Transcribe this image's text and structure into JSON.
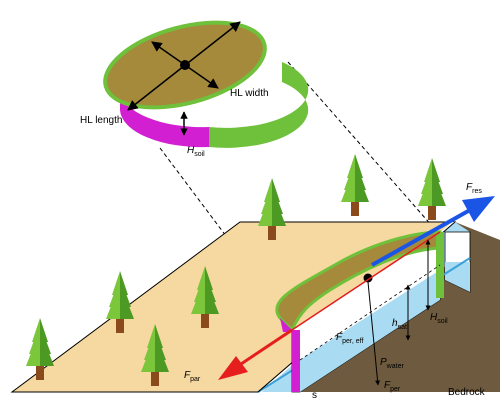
{
  "labels": {
    "hl_width": "HL width",
    "hl_length": "HL length",
    "h_soil_top": {
      "sym": "H",
      "sub": "soil"
    },
    "f_res": {
      "sym": "F",
      "sub": "res"
    },
    "f_par": {
      "sym": "F",
      "sub": "par"
    },
    "f_per_eff": {
      "sym": "F",
      "sub": "per, eff"
    },
    "p_water": {
      "sym": "P",
      "sub": "water"
    },
    "f_per": {
      "sym": "F",
      "sub": "per"
    },
    "h_sat": {
      "sym": "h",
      "sub": "sat"
    },
    "h_soil_side": {
      "sym": "H",
      "sub": "soil"
    },
    "slope": "s",
    "bedrock": "Bedrock"
  },
  "colors": {
    "landscape": "#f5d9a0",
    "bedrock": "#6e5a3e",
    "groundwater": "#a9dcf2",
    "water_edge": "#3aa0d8",
    "lens_body": "#a58a3c",
    "lens_rim_green": "#6fc03a",
    "lens_rim_magenta": "#d21fd2",
    "tree_foliage_light": "#7cc63b",
    "tree_foliage_dark": "#4c9a23",
    "tree_trunk": "#8b4a1c",
    "arrow_res": "#1a55e6",
    "arrow_par": "#e61e1e"
  },
  "icons": [
    "tree-icon",
    "bidirectional-arrow-icon",
    "flow-arrow-icon"
  ]
}
